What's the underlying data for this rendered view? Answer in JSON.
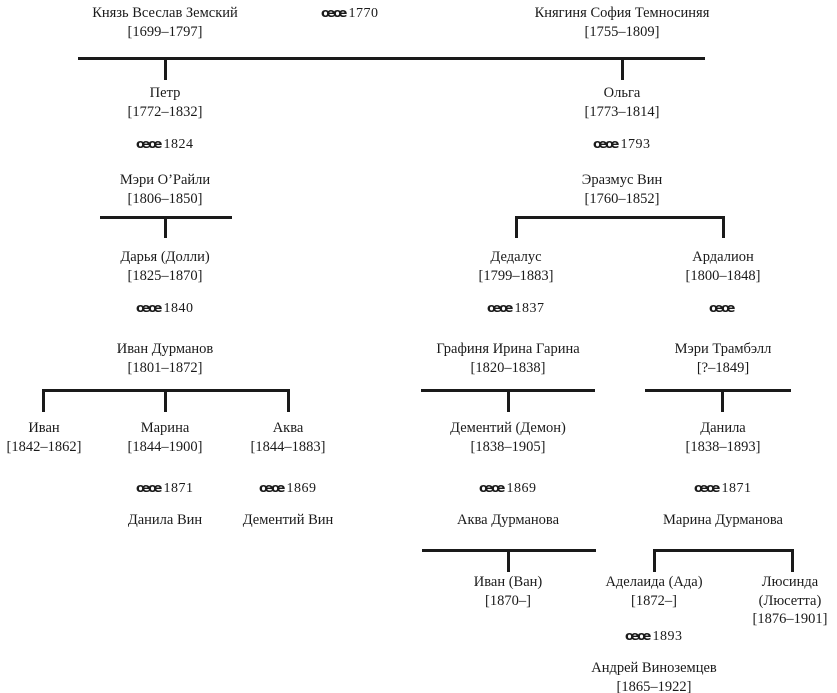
{
  "chart_data": {
    "type": "diagram",
    "subtype": "genealogy-family-tree",
    "title": "",
    "background": "#ffffff",
    "ink": "#1a1a1a",
    "marriage_symbol": "oo",
    "persons": [
      {
        "id": "vseslav",
        "name": "Князь Всеслав Земский",
        "dates": "[1699–1797]"
      },
      {
        "id": "sofia",
        "name": "Княгиня София Темносиняя",
        "dates": "[1755–1809]"
      },
      {
        "id": "petr",
        "name": "Петр",
        "dates": "[1772–1832]"
      },
      {
        "id": "olga",
        "name": "Ольга",
        "dates": "[1773–1814]"
      },
      {
        "id": "meri",
        "name": "Мэри О’Райли",
        "dates": "[1806–1850]"
      },
      {
        "id": "erazmus",
        "name": "Эразмус Вин",
        "dates": "[1760–1852]"
      },
      {
        "id": "darya",
        "name": "Дарья (Долли)",
        "dates": "[1825–1870]"
      },
      {
        "id": "dedalus",
        "name": "Дедалус",
        "dates": "[1799–1883]"
      },
      {
        "id": "ardalion",
        "name": "Ардалион",
        "dates": "[1800–1848]"
      },
      {
        "id": "ivan_d",
        "name": "Иван Дурманов",
        "dates": "[1801–1872]"
      },
      {
        "id": "irina",
        "name": "Графиня Ирина Гарина",
        "dates": "[1820–1838]"
      },
      {
        "id": "meri_t",
        "name": "Мэри Трамбэлл",
        "dates": "[?–1849]"
      },
      {
        "id": "ivan_s",
        "name": "Иван",
        "dates": "[1842–1862]"
      },
      {
        "id": "marina",
        "name": "Марина",
        "dates": "[1844–1900]"
      },
      {
        "id": "akva",
        "name": "Аква",
        "dates": "[1844–1883]"
      },
      {
        "id": "demon",
        "name": "Дементий (Демон)",
        "dates": "[1838–1905]"
      },
      {
        "id": "danila",
        "name": "Данила",
        "dates": "[1838–1893]"
      },
      {
        "id": "danila_v",
        "name": "Данила Вин",
        "dates": ""
      },
      {
        "id": "dementy_v",
        "name": "Дементий Вин",
        "dates": ""
      },
      {
        "id": "akva_d",
        "name": "Аква Дурманова",
        "dates": ""
      },
      {
        "id": "marina_d",
        "name": "Марина Дурманова",
        "dates": ""
      },
      {
        "id": "van",
        "name": "Иван (Ван)",
        "dates": "[1870–]"
      },
      {
        "id": "ada",
        "name": "Аделаида (Ада)",
        "dates": "[1872–]"
      },
      {
        "id": "lucette",
        "name": "Люсинда (Люсетта)",
        "dates": "[1876–1901]"
      },
      {
        "id": "andrey",
        "name": "Андрей Виноземцев",
        "dates": "[1865–1922]"
      }
    ],
    "marriages": [
      {
        "id": "m1770",
        "year": "1770",
        "between": [
          "vseslav",
          "sofia"
        ]
      },
      {
        "id": "m1824",
        "year": "1824",
        "between": [
          "petr",
          "meri"
        ]
      },
      {
        "id": "m1793",
        "year": "1793",
        "between": [
          "olga",
          "erazmus"
        ]
      },
      {
        "id": "m1840",
        "year": "1840",
        "between": [
          "darya",
          "ivan_d"
        ]
      },
      {
        "id": "m1837",
        "year": "1837",
        "between": [
          "dedalus",
          "irina"
        ]
      },
      {
        "id": "m_none",
        "year": "",
        "between": [
          "ardalion",
          "meri_t"
        ]
      },
      {
        "id": "m1871a",
        "year": "1871",
        "between": [
          "marina",
          "danila_v"
        ]
      },
      {
        "id": "m1869a",
        "year": "1869",
        "between": [
          "akva",
          "dementy_v"
        ]
      },
      {
        "id": "m1869b",
        "year": "1869",
        "between": [
          "demon",
          "akva_d"
        ]
      },
      {
        "id": "m1871b",
        "year": "1871",
        "between": [
          "danila",
          "marina_d"
        ]
      },
      {
        "id": "m1893",
        "year": "1893",
        "between": [
          "ada",
          "andrey"
        ]
      }
    ]
  },
  "nodes": {
    "vseslav": {
      "name": "Князь Всеслав Земский",
      "dates": "[1699–1797]"
    },
    "sofia": {
      "name": "Княгиня София Темносиняя",
      "dates": "[1755–1809]"
    },
    "petr": {
      "name": "Петр",
      "dates": "[1772–1832]"
    },
    "olga": {
      "name": "Ольга",
      "dates": "[1773–1814]"
    },
    "meri": {
      "name": "Мэри О’Райли",
      "dates": "[1806–1850]"
    },
    "erazmus": {
      "name": "Эразмус Вин",
      "dates": "[1760–1852]"
    },
    "darya": {
      "name": "Дарья (Долли)",
      "dates": "[1825–1870]"
    },
    "dedalus": {
      "name": "Дедалус",
      "dates": "[1799–1883]"
    },
    "ardalion": {
      "name": "Ардалион",
      "dates": "[1800–1848]"
    },
    "ivan_d": {
      "name": "Иван Дурманов",
      "dates": "[1801–1872]"
    },
    "irina": {
      "name": "Графиня Ирина Гарина",
      "dates": "[1820–1838]"
    },
    "meri_t": {
      "name": "Мэри Трамбэлл",
      "dates": "[?–1849]"
    },
    "ivan_s": {
      "name": "Иван",
      "dates": "[1842–1862]"
    },
    "marina": {
      "name": "Марина",
      "dates": "[1844–1900]"
    },
    "akva": {
      "name": "Аква",
      "dates": "[1844–1883]"
    },
    "demon": {
      "name": "Дементий (Демон)",
      "dates": "[1838–1905]"
    },
    "danila": {
      "name": "Данила",
      "dates": "[1838–1893]"
    },
    "danila_v": {
      "name": "Данила Вин",
      "dates": ""
    },
    "dementy_v": {
      "name": "Дементий Вин",
      "dates": ""
    },
    "akva_d": {
      "name": "Аква Дурманова",
      "dates": ""
    },
    "marina_d": {
      "name": "Марина Дурманова",
      "dates": ""
    },
    "van": {
      "name": "Иван (Ван)",
      "dates": "[1870–]"
    },
    "ada": {
      "name": "Аделаида (Ада)",
      "dates": "[1872–]"
    },
    "lucette_l1": {
      "name": "Люсинда",
      "dates": ""
    },
    "lucette_l2": {
      "name": "(Люсетта)",
      "dates": ""
    },
    "lucette_l3": {
      "name": "[1876–1901]",
      "dates": ""
    },
    "andrey": {
      "name": "Андрей Виноземцев",
      "dates": "[1865–1922]"
    }
  },
  "marriages": {
    "m1770": {
      "symbol": "œœ",
      "year": "1770"
    },
    "m1824": {
      "symbol": "œœ",
      "year": "1824"
    },
    "m1793": {
      "symbol": "œœ",
      "year": "1793"
    },
    "m1840": {
      "symbol": "œœ",
      "year": "1840"
    },
    "m1837": {
      "symbol": "œœ",
      "year": "1837"
    },
    "m_none": {
      "symbol": "œœ",
      "year": ""
    },
    "m1871a": {
      "symbol": "œœ",
      "year": "1871"
    },
    "m1869a": {
      "symbol": "œœ",
      "year": "1869"
    },
    "m1869b": {
      "symbol": "œœ",
      "year": "1869"
    },
    "m1871b": {
      "symbol": "œœ",
      "year": "1871"
    },
    "m1893": {
      "symbol": "œœ",
      "year": "1893"
    }
  }
}
